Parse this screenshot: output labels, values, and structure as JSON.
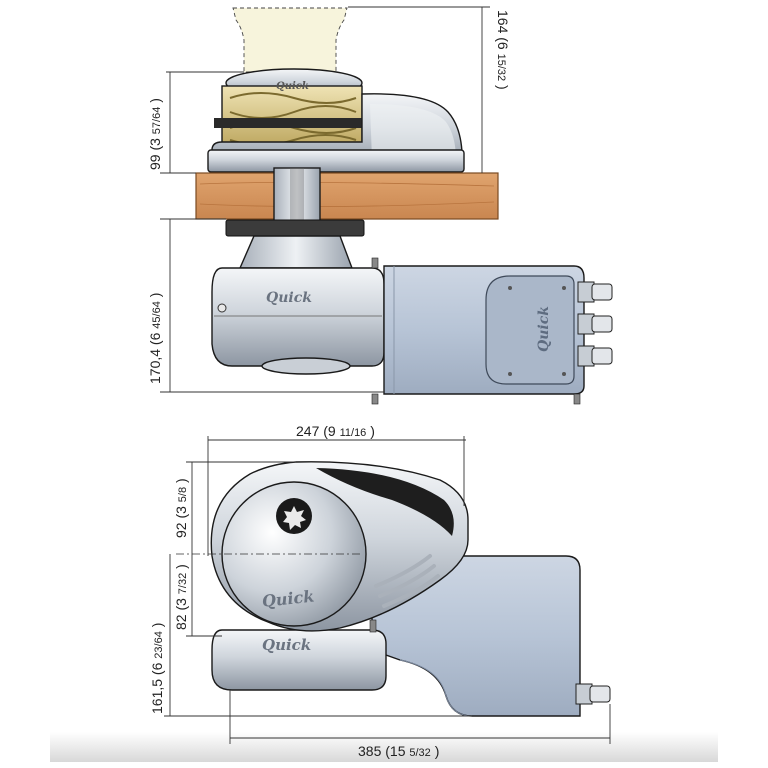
{
  "side_view": {
    "dim_top": {
      "value": "164",
      "paren": "(6 ",
      "frac": "15/32",
      "close": ")"
    },
    "dim_upper": {
      "value": "99",
      "paren": "(3 ",
      "frac": "57/64",
      "close": ")"
    },
    "dim_lower": {
      "value": "170,4",
      "paren": "(6 ",
      "frac": "45/64",
      "close": ")"
    },
    "brand_housing": "Quick",
    "brand_cover": "Quick",
    "brand_drum": "Quick"
  },
  "top_view": {
    "dim_width": {
      "value": "247",
      "paren": "(9 ",
      "frac": "11/16",
      "close": ")"
    },
    "dim_upper": {
      "value": "92",
      "paren": "(3 ",
      "frac": "5/8",
      "close": ")"
    },
    "dim_middle": {
      "value": "82",
      "paren": "(3 ",
      "frac": "7/32",
      "close": ")"
    },
    "dim_lower": {
      "value": "161,5",
      "paren": "(6 ",
      "frac": "23/64",
      "close": ")"
    },
    "dim_total": {
      "value": "385",
      "paren": "(15 ",
      "frac": "5/32",
      "close": ")"
    },
    "brand_housing": "Quick",
    "brand_base": "Quick"
  },
  "colors": {
    "motor_blue": "#b9c6d8",
    "chrome": "#d9dde2",
    "wood": "#d99a63",
    "gold": "#d9c98c"
  }
}
